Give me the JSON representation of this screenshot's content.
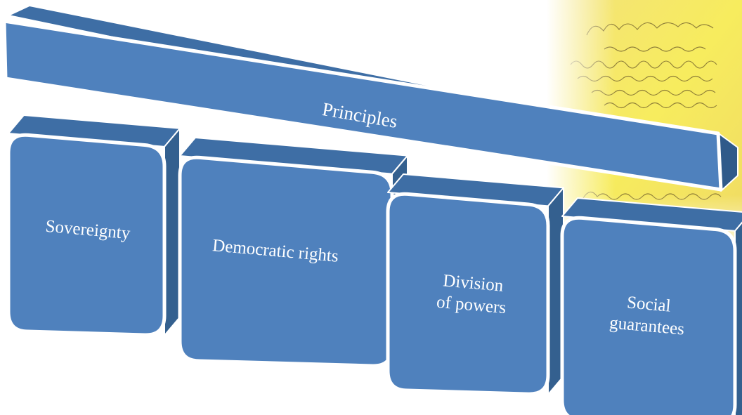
{
  "diagram": {
    "header_label": "Principles",
    "items": [
      {
        "label": "Sovereignty"
      },
      {
        "label": "Democratic rights"
      },
      {
        "label": "Division\nof powers"
      },
      {
        "label": "Social\nguarantees"
      }
    ]
  },
  "colors": {
    "block_front": "#4f81bd",
    "block_top": "#3e6ea5",
    "block_side": "#34608f",
    "block_border": "#ffffff",
    "label_text": "#ffffff",
    "document_paper": "#f6e76a"
  }
}
